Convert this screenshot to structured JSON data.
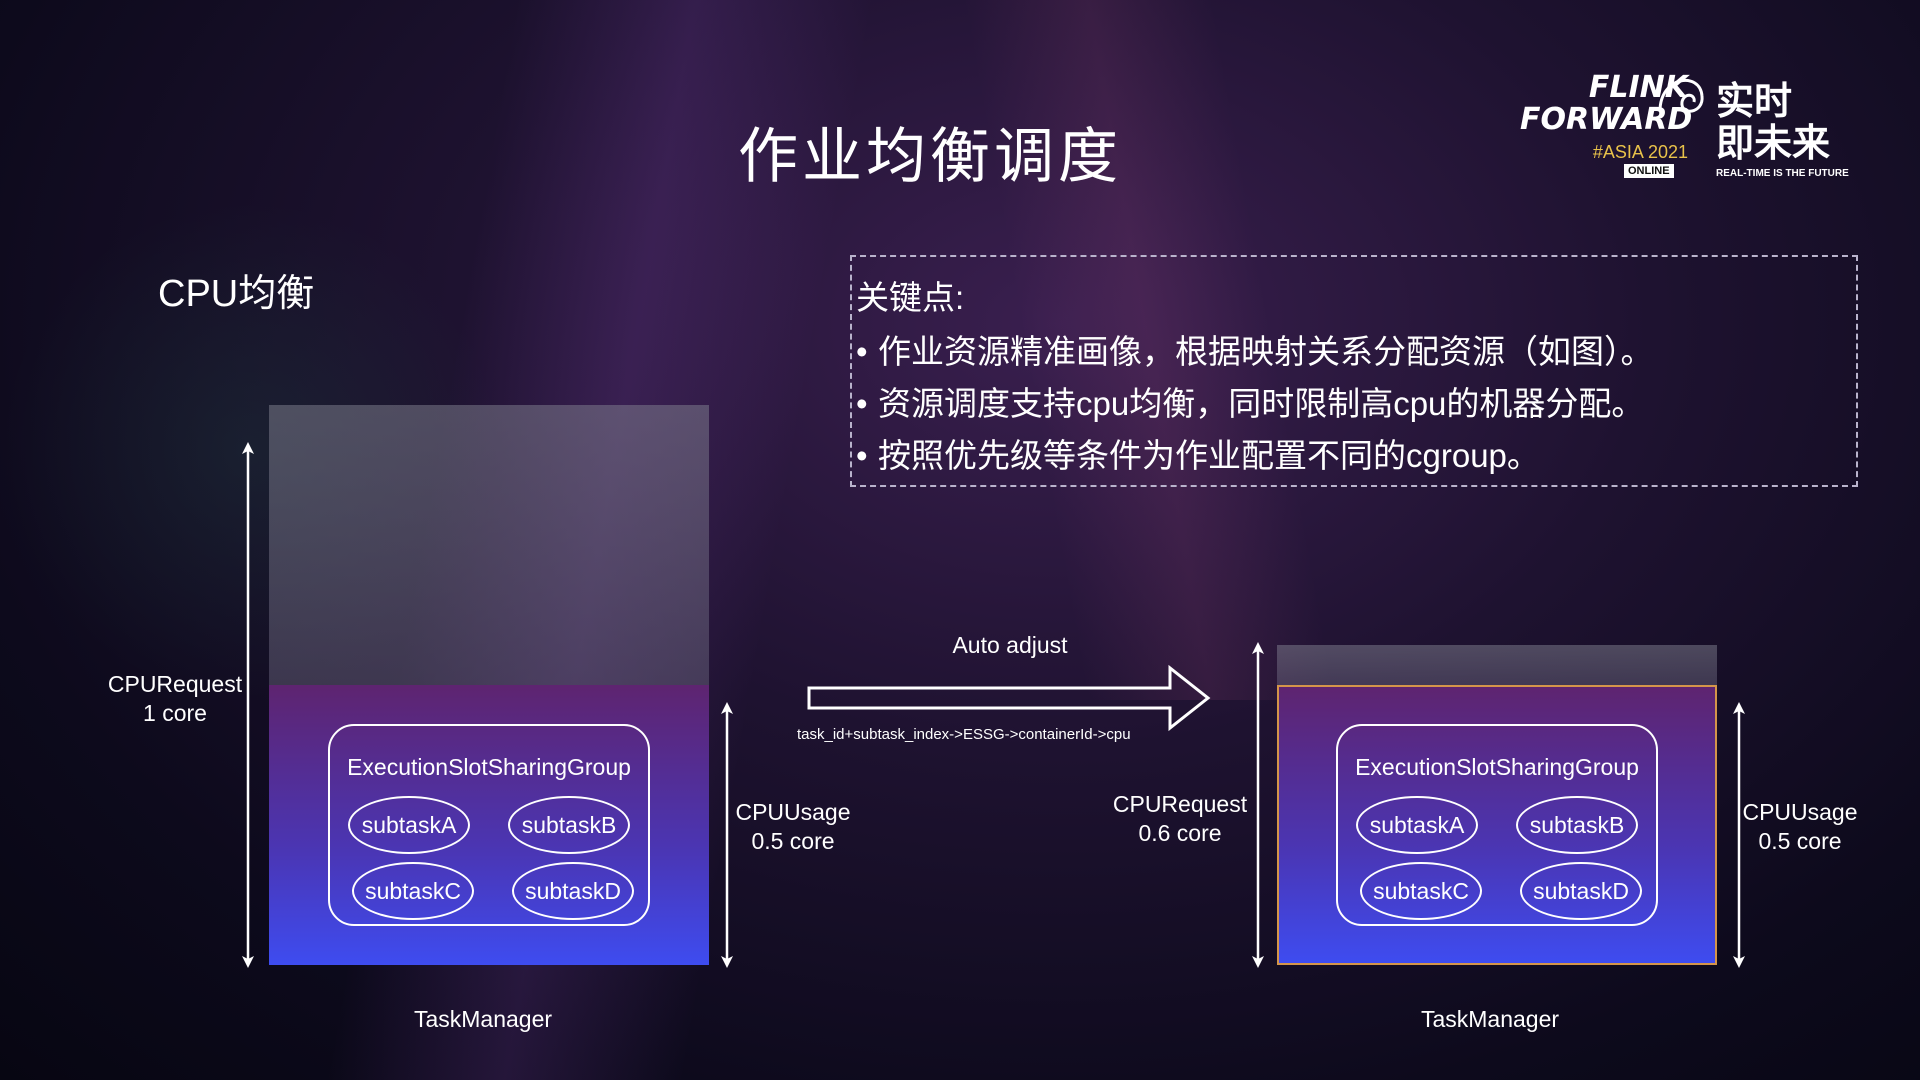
{
  "title": "作业均衡调度",
  "logo": {
    "line1": "FLINK",
    "line2": "FORWARD",
    "tag": "#ASIA 2021",
    "online": "ONLINE",
    "cn1": "实时",
    "cn2": "即未来",
    "sub": "REAL-TIME IS THE FUTURE"
  },
  "subtitle": "CPU均衡",
  "key_points": {
    "heading": "关键点:",
    "items": [
      "作业资源精准画像，根据映射关系分配资源（如图）。",
      "资源调度支持cpu均衡，同时限制高cpu的机器分配。",
      "按照优先级等条件为作业配置不同的cgroup。"
    ]
  },
  "left_tm": {
    "request_label": "CPURequest",
    "request_value": "1 core",
    "usage_label": "CPUUsage",
    "usage_value": "0.5 core",
    "group": "ExecutionSlotSharingGroup",
    "subtasks": [
      "subtaskA",
      "subtaskB",
      "subtaskC",
      "subtaskD"
    ],
    "name": "TaskManager"
  },
  "right_tm": {
    "request_label": "CPURequest",
    "request_value": "0.6 core",
    "usage_label": "CPUUsage",
    "usage_value": "0.5 core",
    "group": "ExecutionSlotSharingGroup",
    "subtasks": [
      "subtaskA",
      "subtaskB",
      "subtaskC",
      "subtaskD"
    ],
    "name": "TaskManager"
  },
  "arrow": {
    "label": "Auto adjust",
    "mapping": "task_id+subtask_index->ESSG->containerId->cpu"
  },
  "colors": {
    "usage_top": "#5e2470",
    "usage_bottom": "#3e4cf0",
    "highlight_border": "#d4954a"
  }
}
